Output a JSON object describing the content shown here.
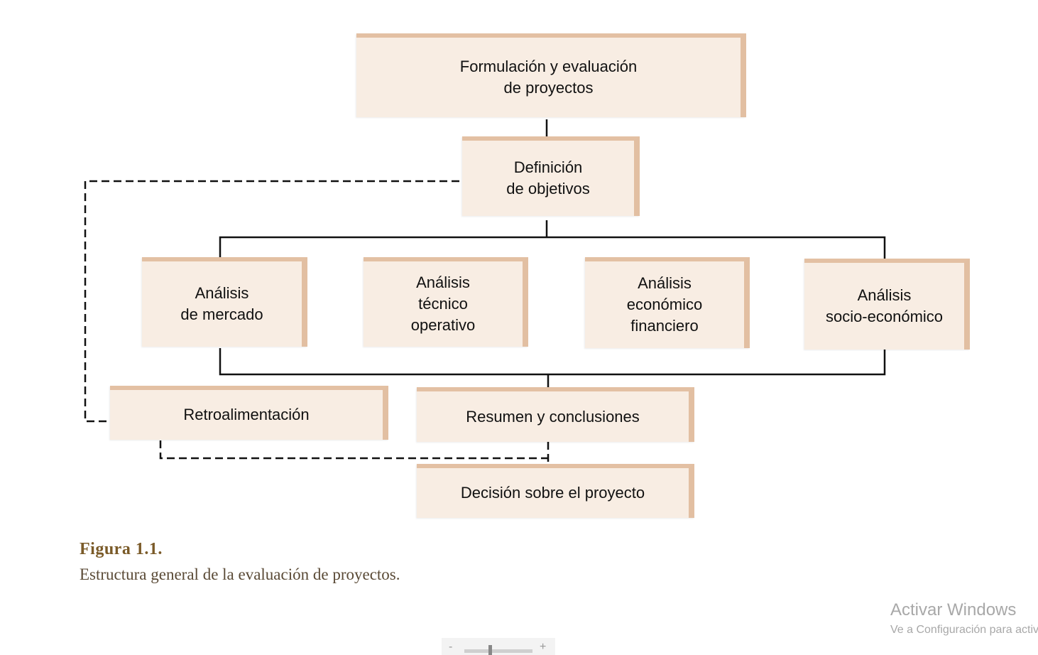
{
  "diagram": {
    "nodes": {
      "formulacion": "Formulación y evaluación\nde proyectos",
      "definicion": "Definición\nde objetivos",
      "mercado": "Análisis\nde mercado",
      "tecnico": "Análisis\ntécnico\noperativo",
      "economico": "Análisis\neconómico\nfinanciero",
      "socio": "Análisis\nsocio-económico",
      "retro": "Retroalimentación",
      "resumen": "Resumen y conclusiones",
      "decision": "Decisión sobre el proyecto"
    }
  },
  "caption": {
    "label": "Figura 1.1.",
    "text": "Estructura general de la evaluación de proyectos."
  },
  "watermark": {
    "title": "Activar Windows",
    "subtitle": "Ve a Configuración para activar Windows."
  },
  "zoom": {
    "minus": "-",
    "plus": "+"
  }
}
